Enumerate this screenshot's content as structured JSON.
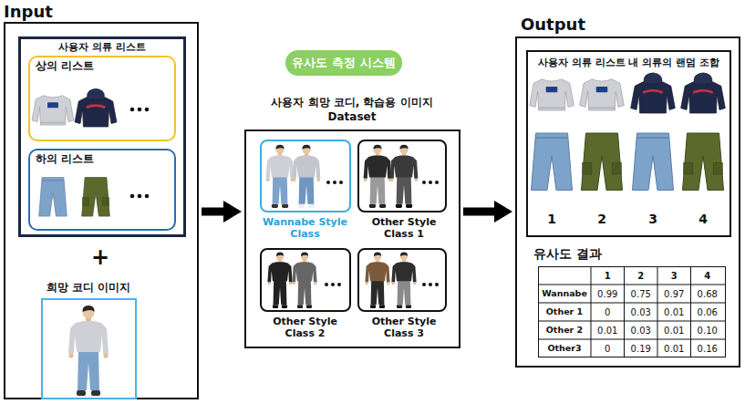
{
  "diagram": {
    "nodes": [
      {
        "text": [
          "Input"
        ]
      },
      {
        "text": [
          "사용자 의류 리스트"
        ],
        "in": 0
      },
      {
        "text": [
          "상의 리스트"
        ],
        "in": 1
      },
      {
        "text": [
          "하의 리스트"
        ],
        "in": 1
      },
      {
        "text": [
          "희망 코디 이미지"
        ],
        "in": 0
      },
      {
        "text": [
          "유사도 측정 시스템"
        ]
      },
      {
        "text": [
          "사용자 희망 코디, 학습용 이미지 Dataset"
        ]
      },
      {
        "text": [
          "Wannabe Style Class"
        ],
        "in": 6
      },
      {
        "text": [
          "Other Style Class 1"
        ],
        "in": 6
      },
      {
        "text": [
          "Other Style Class 2"
        ],
        "in": 6
      },
      {
        "text": [
          "Other Style Class 3"
        ],
        "in": 6
      },
      {
        "text": [
          "Output"
        ]
      },
      {
        "text": [
          "사용자 의류 리스트 내 의류의 랜덤 조합"
        ],
        "in": 11
      },
      {
        "text": [
          "유사도 결과"
        ],
        "in": 11
      }
    ],
    "edges": [
      {
        "from": 0,
        "to": 6,
        "arrow": "to"
      },
      {
        "from": 6,
        "to": 11,
        "arrow": "to"
      }
    ],
    "labels": [
      "+",
      "1",
      "2",
      "3",
      "4",
      "1",
      "2",
      "3",
      "4",
      "Wannabe",
      "0.99",
      "0.75",
      "0.97",
      "0.68",
      "Other 1",
      "0",
      "0.03",
      "0.01",
      "0.06",
      "Other 2",
      "0.01",
      "0.03",
      "0.01",
      "0.10",
      "Other3",
      "0",
      "0.19",
      "0.01",
      "0.16"
    ]
  }
}
